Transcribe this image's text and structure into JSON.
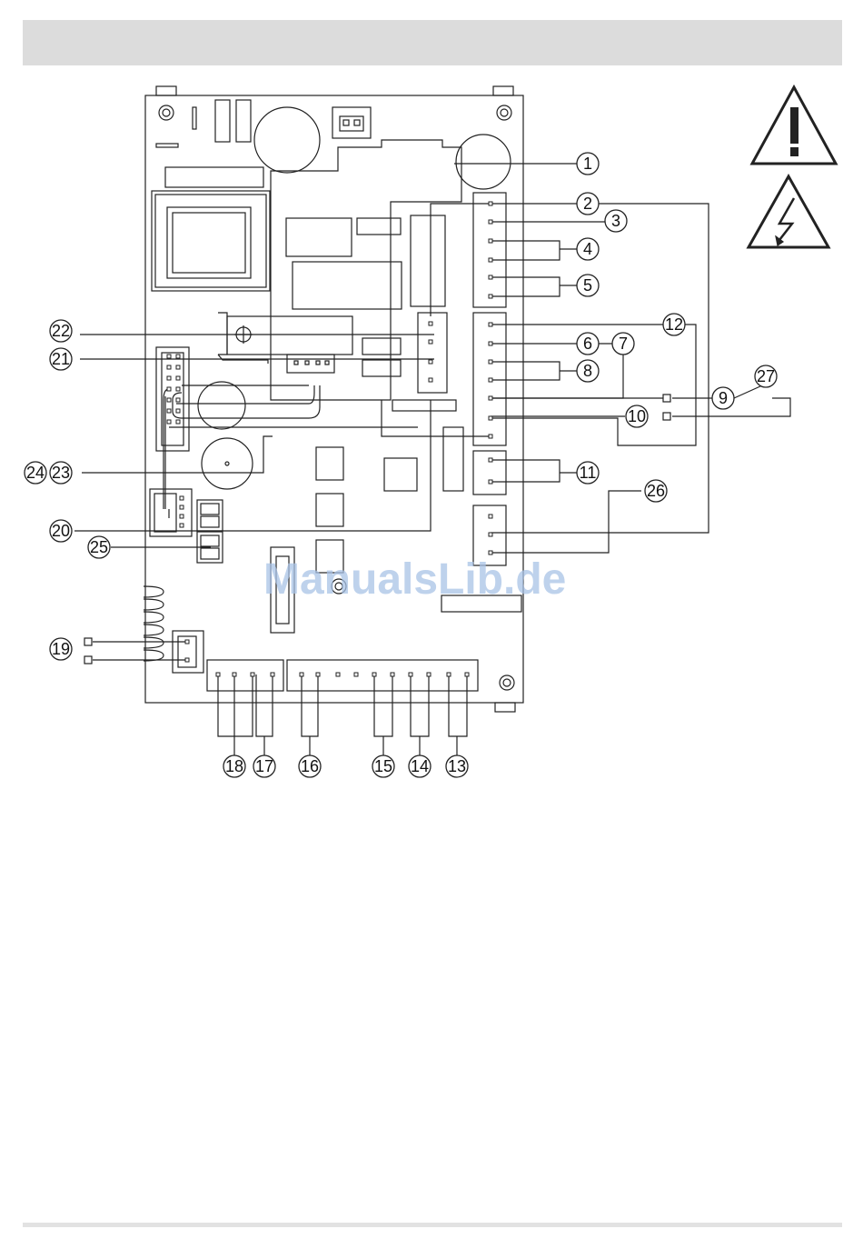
{
  "watermark": "ManualsLib.de",
  "colors": {
    "line": "#222222",
    "header": "#dcdcdc",
    "watermark": "#a9c3e6"
  },
  "icons": [
    "warning-triangle-icon",
    "high-voltage-icon"
  ],
  "callouts": [
    "1",
    "2",
    "3",
    "4",
    "5",
    "6",
    "7",
    "8",
    "9",
    "10",
    "11",
    "12",
    "13",
    "14",
    "15",
    "16",
    "17",
    "18",
    "19",
    "20",
    "21",
    "22",
    "23",
    "24",
    "25",
    "26",
    "27"
  ]
}
